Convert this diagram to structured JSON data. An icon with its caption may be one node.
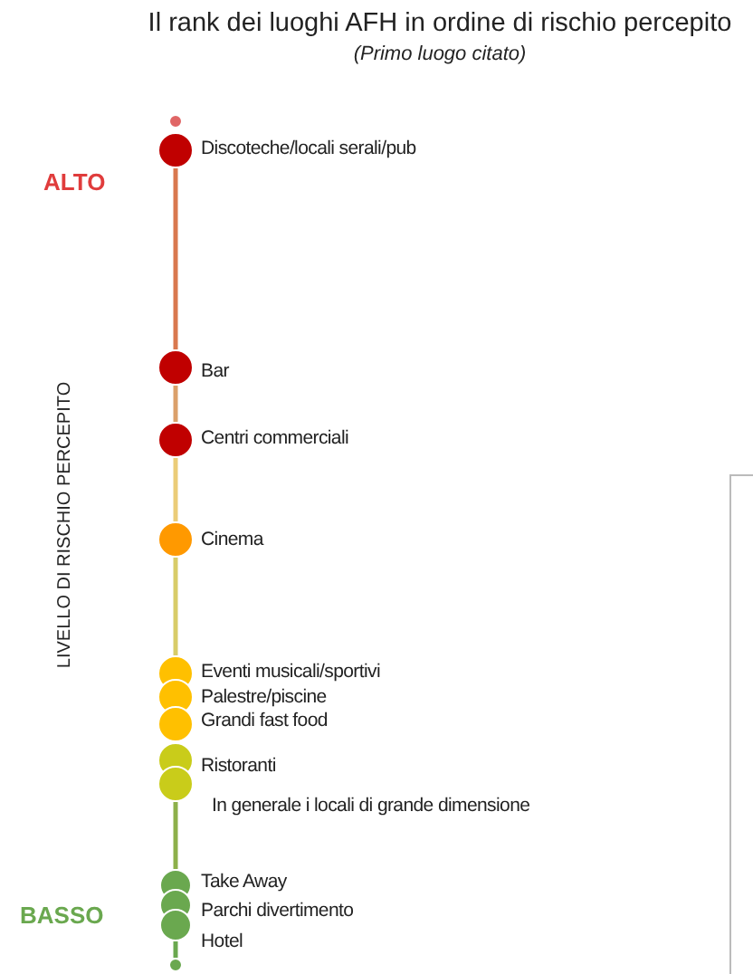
{
  "diagram": {
    "title": "Il rank dei luoghi AFH in ordine di rischio percepito",
    "nodes": [
      {
        "text": [],
        "shape": "circle"
      },
      {
        "text": [],
        "shape": "circle",
        "beside": [
          "Discoteche/locali serali/pub"
        ]
      },
      {
        "text": [],
        "shape": "circle",
        "beside": [
          "Bar"
        ]
      },
      {
        "text": [],
        "shape": "circle",
        "beside": [
          "Centri commerciali"
        ]
      },
      {
        "text": [],
        "shape": "circle",
        "beside": [
          "Cinema"
        ]
      },
      {
        "text": [],
        "shape": "circle",
        "beside": [
          "Eventi musicali/sportivi"
        ]
      },
      {
        "text": [],
        "shape": "circle",
        "beside": [
          "Palestre/piscine"
        ]
      },
      {
        "text": [],
        "shape": "circle",
        "beside": [
          "Grandi fast food"
        ]
      },
      {
        "text": [],
        "shape": "circle",
        "beside": [
          "Ristoranti"
        ]
      },
      {
        "text": [],
        "shape": "circle",
        "beside": [
          "In generale i locali di grande dimensione"
        ]
      },
      {
        "text": [],
        "shape": "circle",
        "beside": [
          "Take Away"
        ]
      },
      {
        "text": [],
        "shape": "circle",
        "beside": [
          "Parchi divertimento"
        ]
      },
      {
        "text": [],
        "shape": "circle",
        "beside": [
          "Hotel"
        ]
      },
      {
        "text": [],
        "shape": "circle"
      }
    ],
    "edges": [
      {
        "from": 1,
        "to": 2,
        "arrow": "none",
        "color": "#d9784f"
      },
      {
        "from": 2,
        "to": 3,
        "arrow": "none",
        "color": "#dba06a"
      },
      {
        "from": 3,
        "to": 4,
        "arrow": "none",
        "color": "#ebcc78"
      },
      {
        "from": 4,
        "to": 5,
        "arrow": "none",
        "color": "#d8cc68"
      },
      {
        "from": 9,
        "to": 10,
        "arrow": "none",
        "color": "#8db04a"
      },
      {
        "from": 12,
        "to": 13,
        "arrow": "none",
        "color": "#6aa84f"
      }
    ],
    "labels": [
      "(Primo luogo citato)",
      "ALTO",
      "LIVELLO DI RISCHIO PERCEPITO",
      "BASSO"
    ]
  }
}
